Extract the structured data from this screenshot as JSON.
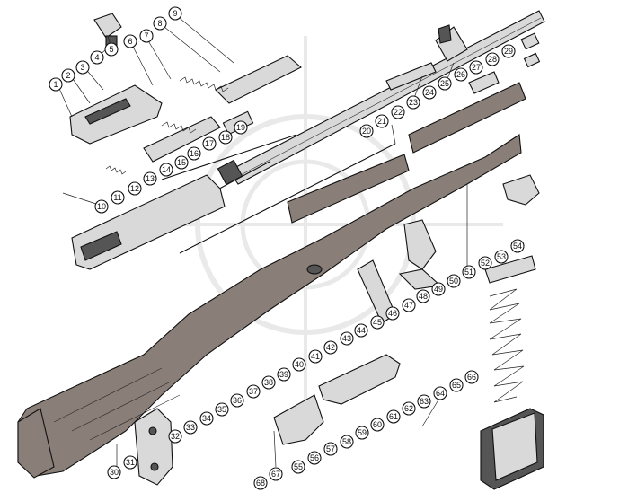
{
  "diagram": {
    "callouts": [
      {
        "num": "1"
      },
      {
        "num": "2"
      },
      {
        "num": "3"
      },
      {
        "num": "4"
      },
      {
        "num": "5"
      },
      {
        "num": "6"
      },
      {
        "num": "7"
      },
      {
        "num": "8"
      },
      {
        "num": "9"
      },
      {
        "num": "10"
      },
      {
        "num": "11"
      },
      {
        "num": "12"
      },
      {
        "num": "13"
      },
      {
        "num": "14"
      },
      {
        "num": "15"
      },
      {
        "num": "16"
      },
      {
        "num": "17"
      },
      {
        "num": "18"
      },
      {
        "num": "19"
      },
      {
        "num": "20"
      },
      {
        "num": "21"
      },
      {
        "num": "22"
      },
      {
        "num": "23"
      },
      {
        "num": "24"
      },
      {
        "num": "25"
      },
      {
        "num": "26"
      },
      {
        "num": "27"
      },
      {
        "num": "28"
      },
      {
        "num": "29"
      },
      {
        "num": "30"
      },
      {
        "num": "31"
      },
      {
        "num": "32"
      },
      {
        "num": "33"
      },
      {
        "num": "34"
      },
      {
        "num": "35"
      },
      {
        "num": "36"
      },
      {
        "num": "37"
      },
      {
        "num": "38"
      },
      {
        "num": "39"
      },
      {
        "num": "40"
      },
      {
        "num": "41"
      },
      {
        "num": "42"
      },
      {
        "num": "43"
      },
      {
        "num": "44"
      },
      {
        "num": "45"
      },
      {
        "num": "46"
      },
      {
        "num": "47"
      },
      {
        "num": "48"
      },
      {
        "num": "49"
      },
      {
        "num": "50"
      },
      {
        "num": "51"
      },
      {
        "num": "52"
      },
      {
        "num": "53"
      },
      {
        "num": "54"
      },
      {
        "num": "55"
      },
      {
        "num": "56"
      },
      {
        "num": "57"
      },
      {
        "num": "58"
      },
      {
        "num": "59"
      },
      {
        "num": "60"
      },
      {
        "num": "61"
      },
      {
        "num": "62"
      },
      {
        "num": "63"
      },
      {
        "num": "64"
      },
      {
        "num": "65"
      },
      {
        "num": "66"
      },
      {
        "num": "67"
      },
      {
        "num": "68"
      }
    ],
    "colors": {
      "ink": "#111111",
      "wood": "#8a7f78",
      "background": "#ffffff"
    }
  }
}
